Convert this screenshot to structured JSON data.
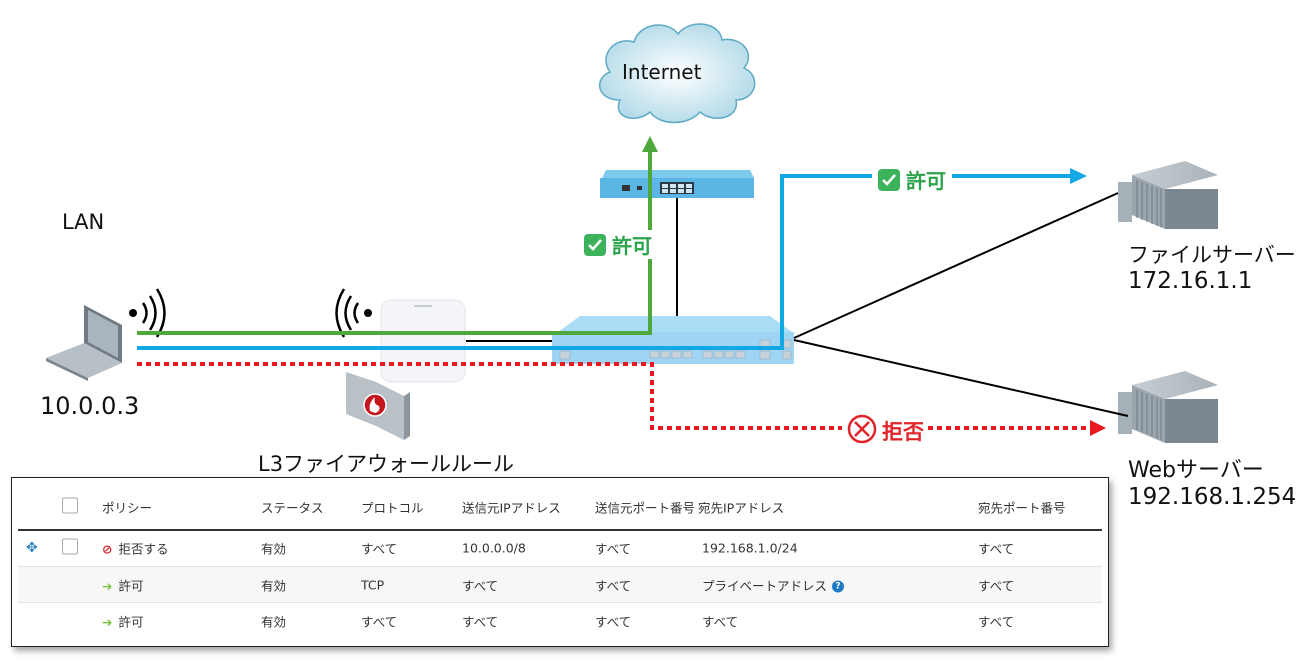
{
  "diagram": {
    "internet_label": "Internet",
    "lan_label": "LAN",
    "laptop_ip": "10.0.0.3",
    "firewall_rule_label": "L3ファイアウォールルール",
    "file_server": {
      "name": "ファイルサーバー",
      "ip": "172.16.1.1"
    },
    "web_server": {
      "name": "Webサーバー",
      "ip": "192.168.1.254"
    },
    "flows": {
      "internet_allow": "許可",
      "file_server_allow": "許可",
      "web_server_deny": "拒否"
    },
    "colors": {
      "internet_flow": "#4ea83b",
      "file_server_flow": "#12a8e6",
      "deny_flow": "#e8191f",
      "allow_text": "#2aa34a",
      "deny_text": "#e0262a"
    }
  },
  "table": {
    "headers": {
      "policy": "ポリシー",
      "status": "ステータス",
      "protocol": "プロトコル",
      "src_ip": "送信元IPアドレス",
      "src_port": "送信元ポート番号",
      "dst_ip": "宛先IPアドレス",
      "dst_port": "宛先ポート番号"
    },
    "rows": [
      {
        "policy": "拒否する",
        "policy_icon": "deny-icon",
        "status": "有効",
        "protocol": "すべて",
        "src_ip": "10.0.0.0/8",
        "src_port": "すべて",
        "dst_ip": "192.168.1.0/24",
        "dst_port": "すべて"
      },
      {
        "policy": "許可",
        "policy_icon": "arrow-right-icon",
        "status": "有効",
        "protocol": "TCP",
        "src_ip": "すべて",
        "src_port": "すべて",
        "dst_ip": "プライベートアドレス",
        "dst_port": "すべて"
      },
      {
        "policy": "許可",
        "policy_icon": "arrow-right-icon",
        "status": "有効",
        "protocol": "すべて",
        "src_ip": "すべて",
        "src_port": "すべて",
        "dst_ip": "すべて",
        "dst_port": "すべて"
      }
    ],
    "icons": {
      "drag": "✥",
      "deny": "⊘",
      "allow": "➔",
      "help": "?"
    }
  }
}
